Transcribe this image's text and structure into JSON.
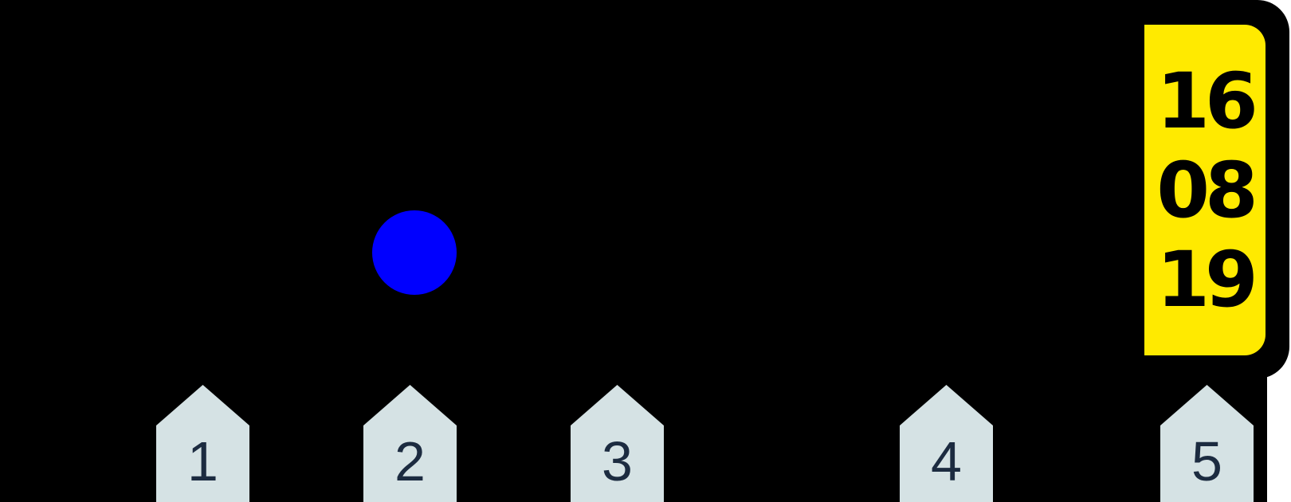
{
  "panel": {
    "date_lines": [
      "16",
      "08",
      "19"
    ]
  },
  "marker": {
    "stop": "2",
    "color": "#0000ff"
  },
  "stops": [
    {
      "label": "1"
    },
    {
      "label": "2"
    },
    {
      "label": "3"
    },
    {
      "label": "4"
    },
    {
      "label": "5"
    }
  ],
  "colors": {
    "panel": "#000000",
    "date_box": "#ffea00",
    "stop_fill": "#d5e2e4",
    "stop_text": "#1c2b40"
  }
}
